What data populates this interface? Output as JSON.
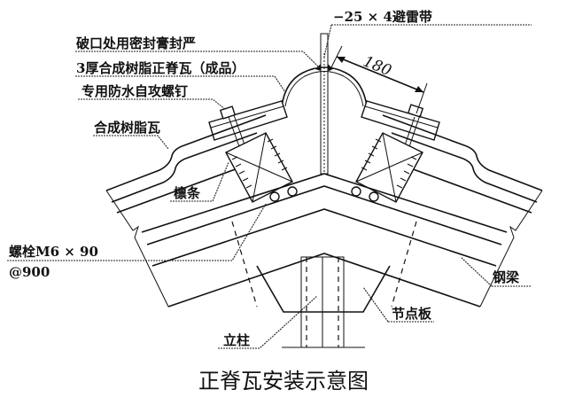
{
  "diagram": {
    "title": "正脊瓦安装示意图",
    "labels": {
      "lightning_strip": "−25 × 4避雷带",
      "sealant": "破口处用密封膏封严",
      "ridge_tile": "3厚合成树脂正脊瓦（成品）",
      "screw": "专用防水自攻螺钉",
      "resin_tile": "合成树脂瓦",
      "purlin": "檩条",
      "bolt_line1": "螺栓M6 × 90",
      "bolt_line2": "@900",
      "steel_beam": "钢梁",
      "gusset_plate": "节点板",
      "column": "立柱"
    },
    "dimension": "180"
  }
}
